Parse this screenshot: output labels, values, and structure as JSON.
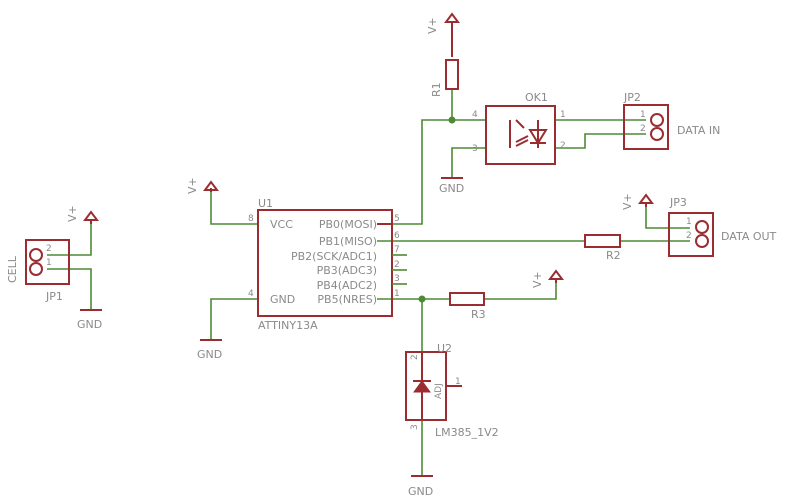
{
  "colors": {
    "wire": "#4d8a35",
    "part": "#9b2d30",
    "text": "#8a8a8a",
    "junction": "#4d8a35"
  },
  "supply_labels": {
    "vplus_r1": "V+",
    "vplus_u1": "V+",
    "vplus_jp1": "V+",
    "vplus_jp3": "V+",
    "vplus_r3": "V+"
  },
  "ground_labels": {
    "gnd_ok1": "GND",
    "gnd_u1": "GND",
    "gnd_jp1": "GND",
    "gnd_u2": "GND"
  },
  "jp1": {
    "name": "JP1",
    "label": "CELL",
    "pin2": "2",
    "pin1": "1"
  },
  "jp2": {
    "name": "JP2",
    "label": "DATA IN",
    "pin1": "1",
    "pin2": "2"
  },
  "jp3": {
    "name": "JP3",
    "label": "DATA OUT",
    "pin1": "1",
    "pin2": "2"
  },
  "r1": {
    "name": "R1"
  },
  "r2": {
    "name": "R2"
  },
  "r3": {
    "name": "R3"
  },
  "ok1": {
    "name": "OK1",
    "pin4": "4",
    "pin3": "3",
    "pin1": "1",
    "pin2": "2"
  },
  "u1": {
    "name": "U1",
    "value": "ATTINY13A",
    "vcc": "VCC",
    "gnd": "GND",
    "vcc_pin": "8",
    "gnd_pin": "4",
    "pins": [
      {
        "label": "PB0(MOSI)",
        "num": "5"
      },
      {
        "label": "PB1(MISO)",
        "num": "6"
      },
      {
        "label": "PB2(SCK/ADC1)",
        "num": "7"
      },
      {
        "label": "PB3(ADC3)",
        "num": "2"
      },
      {
        "label": "PB4(ADC2)",
        "num": "3"
      },
      {
        "label": "PB5(NRES)",
        "num": "1"
      }
    ]
  },
  "u2": {
    "name": "U2",
    "value": "LM385_1V2",
    "adj": "ADJ",
    "pin1": "1",
    "pin2": "2",
    "pin3": "3"
  }
}
